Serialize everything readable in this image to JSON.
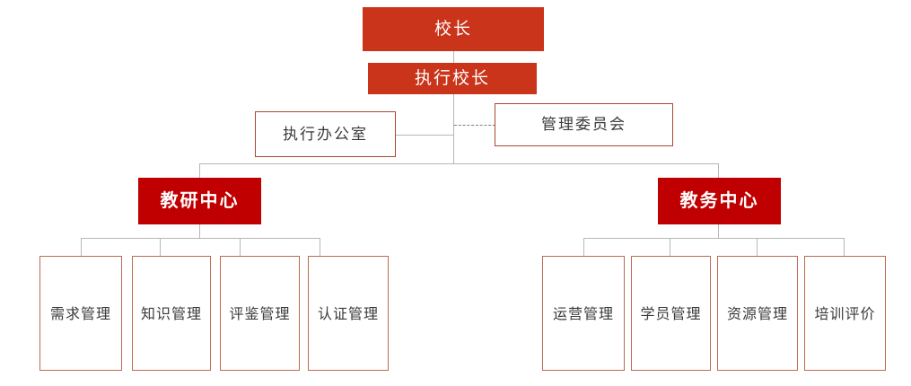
{
  "diagram": {
    "title_text": "",
    "colors": {
      "top_fill": "#c9341a",
      "center_fill": "#c00000",
      "plain_border": "#a9492f",
      "leaf_border": "#bd6a53",
      "connector": "#b7b7b7",
      "dashed_connector": "#7f7f7f",
      "text_light": "#ffffff",
      "text_dark": "#3a3a3a",
      "background": "#ffffff"
    },
    "levels": {
      "level1": {
        "label": "校长"
      },
      "level2": {
        "label": "执行校长"
      },
      "level3": [
        {
          "label": "执行办公室"
        },
        {
          "label": "管理委员会"
        }
      ],
      "level4": [
        {
          "label": "教研中心"
        },
        {
          "label": "教务中心"
        }
      ]
    },
    "left_branch": {
      "parent": "教研中心",
      "children": [
        {
          "label": "需求管理"
        },
        {
          "label": "知识管理"
        },
        {
          "label": "评鉴管理"
        },
        {
          "label": "认证管理"
        }
      ]
    },
    "right_branch": {
      "parent": "教务中心",
      "children": [
        {
          "label": "运营管理"
        },
        {
          "label": "学员管理"
        },
        {
          "label": "资源管理"
        },
        {
          "label": "培训评价"
        }
      ]
    }
  }
}
